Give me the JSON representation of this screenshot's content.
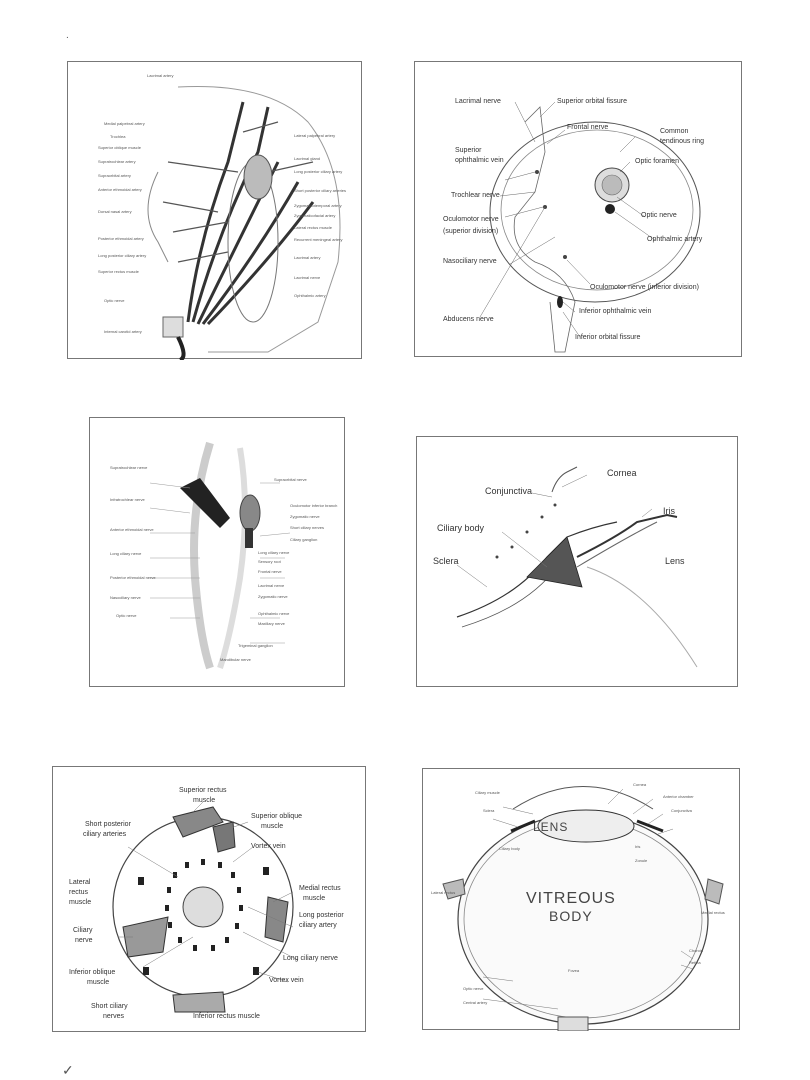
{
  "page": {
    "top_mark": ".",
    "bottom_mark": "✓"
  },
  "p1": {
    "labels": [
      "Lacrimal artery",
      "Medial palpebral artery",
      "Trochlea",
      "Superior oblique muscle",
      "Supratrochlear artery",
      "Supraorbital artery",
      "Anterior ethmoidal artery",
      "Dorsal nasal artery",
      "Posterior ethmoidal artery",
      "Long posterior ciliary artery",
      "Superior rectus muscle",
      "Optic nerve",
      "Internal carotid artery",
      "Lateral palpebral artery",
      "Lacrimal gland",
      "Long posterior ciliary artery",
      "Short posterior ciliary arteries",
      "Zygomaticotemporal artery",
      "Zygomaticofacial artery",
      "Lateral rectus muscle",
      "Recurrent meningeal artery",
      "Lacrimal artery",
      "Lacrimal nerve",
      "Ophthalmic artery"
    ]
  },
  "p2": {
    "labels": {
      "lacrimal": "Lacrimal nerve",
      "sof": "Superior orbital fissure",
      "frontal": "Frontal nerve",
      "common": "Common",
      "tendinous": "tendinous ring",
      "superior": "Superior",
      "ophth_vein": "ophthalmic vein",
      "optic_foramen": "Optic foramen",
      "trochlear": "Trochlear nerve",
      "optic_nerve": "Optic nerve",
      "oculomotor": "Oculomotor nerve",
      "sup_div": "(superior division)",
      "ophth_artery": "Ophthalmic artery",
      "nasociliary": "Nasociliary nerve",
      "oculo_inf": "Oculomotor nerve (inferior division)",
      "abducens": "Abducens nerve",
      "inf_vein": "Inferior ophthalmic vein",
      "iof": "Inferior orbital fissure"
    }
  },
  "p3": {
    "labels": [
      "Supratrochlear nerve",
      "Infratrochlear nerve",
      "Anterior ethmoidal nerve",
      "Long ciliary nerve",
      "Posterior ethmoidal nerve",
      "Nasociliary nerve",
      "Optic nerve",
      "Supraorbital nerve",
      "Oculomotor inferior branch",
      "Zygomatic nerve",
      "Short ciliary nerves",
      "Ciliary ganglion",
      "Long ciliary nerve",
      "Sensory root",
      "Frontal nerve",
      "Lacrimal nerve",
      "Zygomatic nerve",
      "Ophthalmic nerve",
      "Maxillary nerve",
      "Trigeminal ganglion",
      "Mandibular nerve"
    ]
  },
  "p4": {
    "labels": {
      "cornea": "Cornea",
      "conjunctiva": "Conjunctiva",
      "iris": "Iris",
      "ciliary": "Ciliary body",
      "sclera": "Sclera",
      "lens": "Lens"
    }
  },
  "p5": {
    "labels": {
      "sup_rectus": "Superior rectus",
      "sup_rectus2": "muscle",
      "sup_oblique": "Superior oblique",
      "sup_oblique2": "muscle",
      "short_post": "Short posterior",
      "short_post2": "ciliary arteries",
      "vortex": "Vortex vein",
      "lat_rectus": "Lateral",
      "lat_rectus2": "rectus",
      "lat_rectus3": "muscle",
      "med_rectus": "Medial rectus",
      "med_rectus2": "muscle",
      "long_post": "Long posterior",
      "long_post2": "ciliary artery",
      "ciliary_nerve": "Ciliary",
      "ciliary_nerve2": "nerve",
      "long_nerve": "Long ciliary nerve",
      "inf_oblique": "Inferior oblique",
      "inf_oblique2": "muscle",
      "vortex2": "Vortex vein",
      "short_nerves": "Short ciliary",
      "short_nerves2": "nerves",
      "inf_rectus": "Inferior rectus muscle"
    }
  },
  "p6": {
    "lens": "LENS",
    "vitreous": "VITREOUS",
    "body": "BODY",
    "labels": [
      "Cornea",
      "Anterior chamber",
      "Conjunctiva",
      "Ciliary muscle",
      "Ciliary body",
      "Iris",
      "Zonule",
      "Sclera",
      "Choroid",
      "Retina",
      "Fovea",
      "Optic nerve",
      "Central artery",
      "Lateral rectus",
      "Medial rectus"
    ]
  }
}
